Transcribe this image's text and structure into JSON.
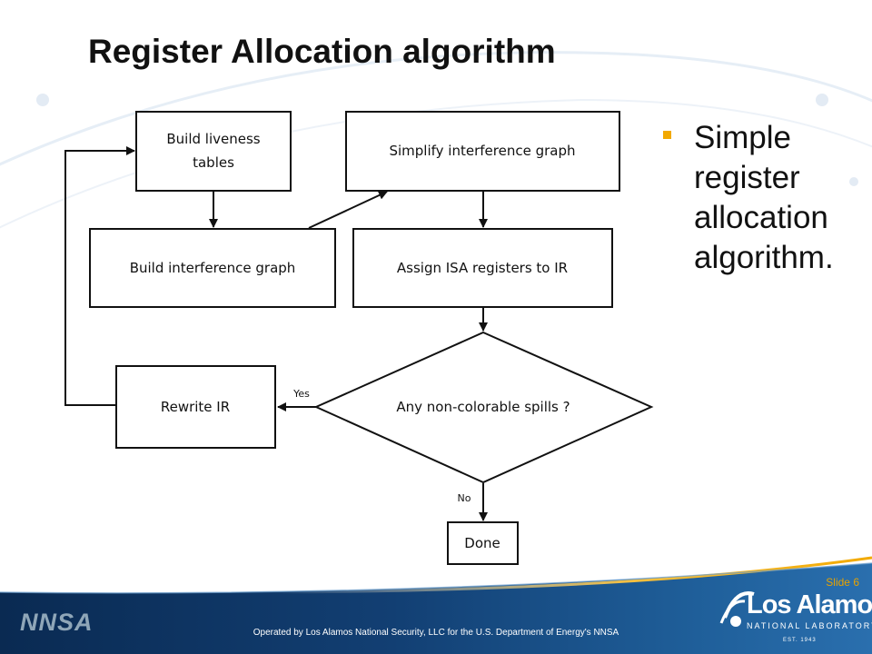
{
  "slide": {
    "title": "Register Allocation algorithm",
    "bullet": "Simple register allocation algorithm.",
    "slide_number": "Slide 6",
    "footer_text": "Operated by Los Alamos National Security, LLC for the U.S. Department of Energy's NNSA"
  },
  "flowchart": {
    "build_liveness_line1": "Build liveness",
    "build_liveness_line2": "tables",
    "build_interference": "Build interference graph",
    "simplify": "Simplify interference graph",
    "assign": "Assign ISA registers to IR",
    "decision": "Any non-colorable spills ?",
    "rewrite": "Rewrite IR",
    "done": "Done",
    "yes_label": "Yes",
    "no_label": "No"
  },
  "logos": {
    "nnsa": "NNSA",
    "los_alamos": "Los Alamos",
    "los_alamos_sub": "NATIONAL LABORATORY",
    "los_alamos_est": "EST. 1943"
  },
  "colors": {
    "bullet": "#f2a900",
    "footer_dark": "#0a2a52",
    "footer_mid": "#1f5f9a",
    "slide_number": "#e8a300"
  }
}
